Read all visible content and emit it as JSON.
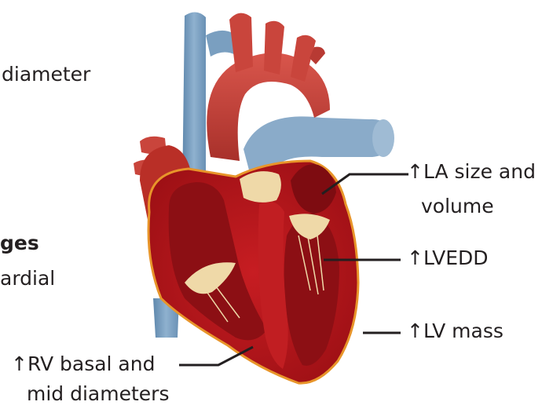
{
  "left_fragments": {
    "line1": "diameter",
    "line2": "ges",
    "line3": "ardial"
  },
  "annotations": {
    "la": {
      "arrow": "↑",
      "line1": "LA size and",
      "line2": "volume"
    },
    "lvedd": {
      "arrow": "↑",
      "text": "LVEDD"
    },
    "lv_mass": {
      "arrow": "↑",
      "text": "LV mass"
    },
    "rv": {
      "arrow": "↑",
      "line1": "RV basal and",
      "line2": "mid diameters"
    }
  },
  "colors": {
    "vessel_blue": "#7da2c2",
    "aorta_red": "#c8423a",
    "myocardium": "#b3141b",
    "inner_chamber": "#8c0f14",
    "valve_cream": "#efd9a8",
    "fat_orange": "#e8952a",
    "text": "#231f20",
    "leader_line": "#231f20"
  }
}
